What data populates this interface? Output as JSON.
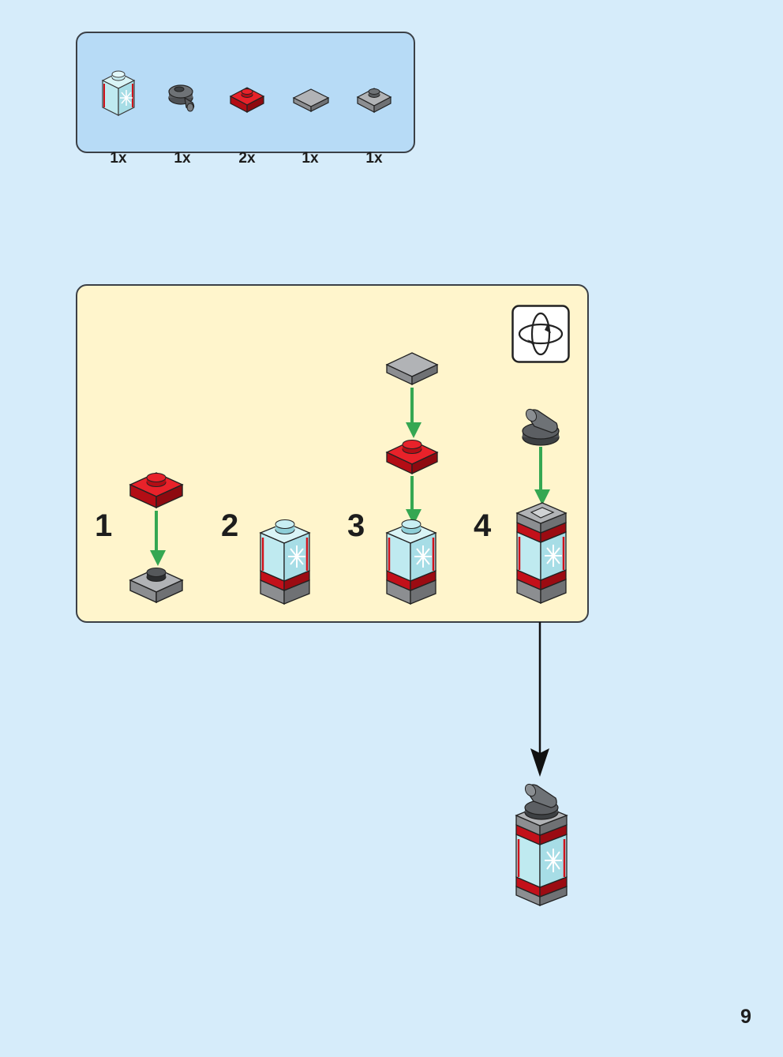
{
  "parts_list": {
    "items": [
      {
        "name": "trans-light-blue-brick-1x1-with-snowflake",
        "quantity": "1x"
      },
      {
        "name": "dark-grey-round-plate-with-tube",
        "quantity": "1x"
      },
      {
        "name": "red-plate-1x1",
        "quantity": "2x"
      },
      {
        "name": "grey-tile-1x1",
        "quantity": "1x"
      },
      {
        "name": "grey-plate-1x1",
        "quantity": "1x"
      }
    ]
  },
  "steps": [
    {
      "number": "1"
    },
    {
      "number": "2"
    },
    {
      "number": "3"
    },
    {
      "number": "4"
    }
  ],
  "rotate_icon": "rotate-model-icon",
  "colors": {
    "page_background": "#d6ecfa",
    "parts_panel": "#b7dbf6",
    "build_panel": "#fff5cc",
    "brick_red": "#d0121b",
    "brick_grey": "#a3a5a8",
    "brick_dark_grey": "#5c5f63",
    "trans_light_blue": "#bfeaf0",
    "arrow_green": "#35a752"
  },
  "page_number": "9"
}
